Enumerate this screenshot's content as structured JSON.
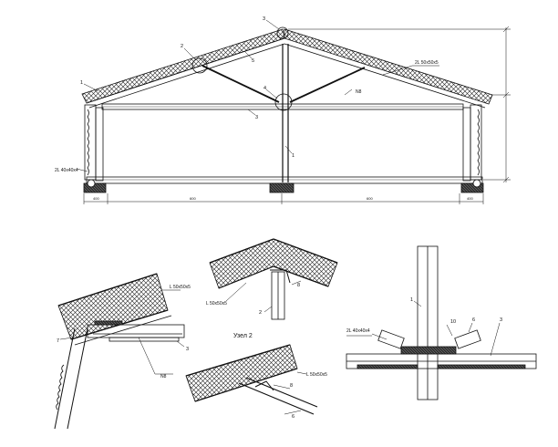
{
  "top_view": {
    "label_left_bottom": "2L 40x40x4",
    "label_right_top": "2L 50x50x5",
    "label_channel": "N8",
    "callouts": [
      "1",
      "2",
      "3",
      "4",
      "5",
      "3",
      "1"
    ],
    "dims_bottom": [
      "400",
      "600",
      "600",
      "400"
    ]
  },
  "node_left": {
    "label_angle": "L 50x50x5",
    "label_channel": "N8",
    "callouts": [
      "7",
      "3"
    ]
  },
  "node_2": {
    "title": "Узел 2",
    "label_angle": "L 50x50x5",
    "callouts": [
      "2",
      "8"
    ]
  },
  "node_bottom": {
    "label_angle": "L 50x50x5",
    "callouts": [
      "8",
      "6"
    ]
  },
  "node_right": {
    "label_angle": "2L 40x40x4",
    "callouts": [
      "1",
      "10",
      "6",
      "3"
    ]
  }
}
